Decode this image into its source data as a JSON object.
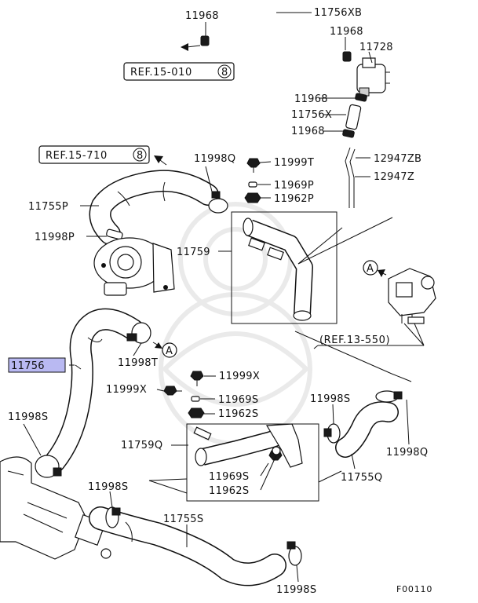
{
  "diagram": {
    "code": "F00110",
    "highlighted_label": "11756",
    "labels": {
      "l_11968_top": "11968",
      "l_11756xb": "11756XB",
      "l_11968_r1": "11968",
      "l_11728": "11728",
      "l_11968_r2": "11968",
      "l_11756x": "11756X",
      "l_11968_r3": "11968",
      "l_12947zb": "12947ZB",
      "l_12947z": "12947Z",
      "l_11998q_top": "11998Q",
      "l_11999t": "11999T",
      "l_11969p": "11969P",
      "l_11962p": "11962P",
      "l_11755p": "11755P",
      "l_11998p": "11998P",
      "l_11759": "11759",
      "l_11998t": "11998T",
      "l_11999x_r": "11999X",
      "l_11999x_l": "11999X",
      "l_11969s_top": "11969S",
      "l_11962s_top": "11962S",
      "l_11998s_left": "11998S",
      "l_11759q": "11759Q",
      "l_11969s_bot": "11969S",
      "l_11962s_bot": "11962S",
      "l_11998s_right": "11998S",
      "l_11998q_right": "11998Q",
      "l_11755q": "11755Q",
      "l_11998s_mid": "11998S",
      "l_11755s": "11755S",
      "l_11998s_bottom": "11998S"
    },
    "refs": {
      "ref_15_010": "REF.15-010",
      "ref_15_010_circle": "8",
      "ref_15_710": "REF.15-710",
      "ref_15_710_circle": "8",
      "ref_13_550": "(REF.13-550)"
    },
    "markers": {
      "a_left": "A",
      "a_right": "A"
    }
  }
}
